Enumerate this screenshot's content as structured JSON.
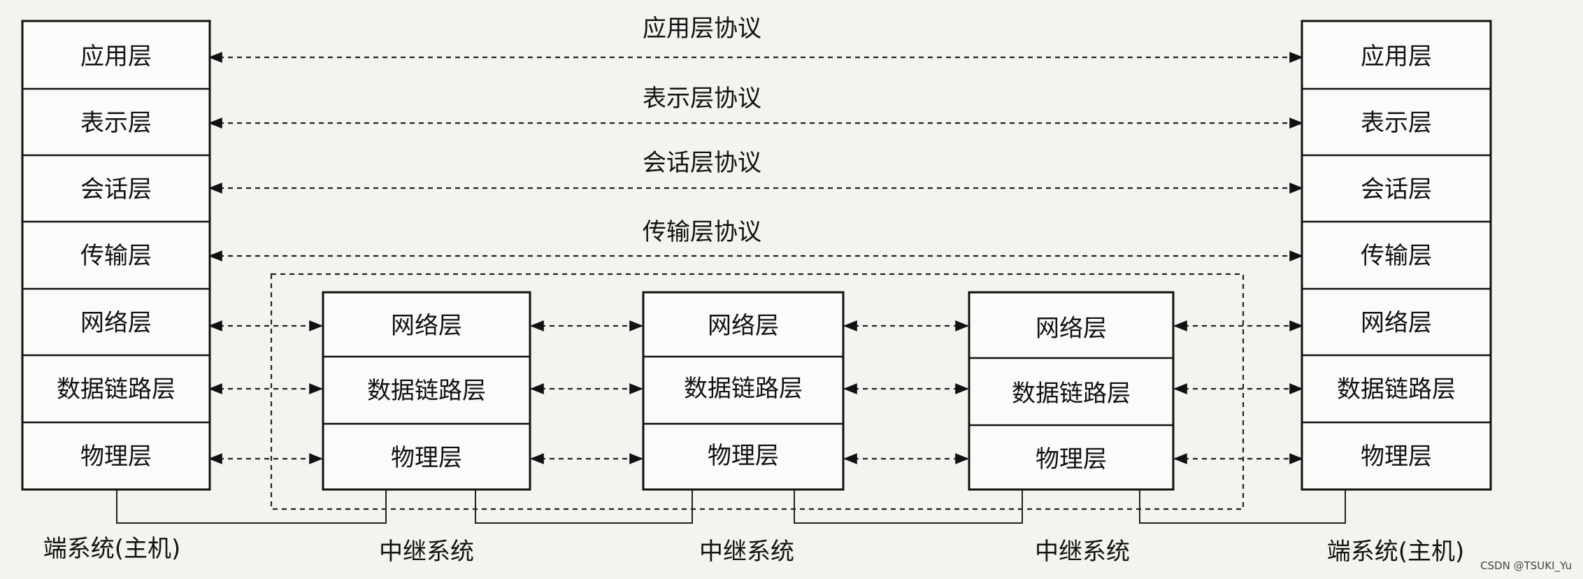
{
  "end_system_left": {
    "layers": [
      "应用层",
      "表示层",
      "会话层",
      "传输层",
      "网络层",
      "数据链路层",
      "物理层"
    ],
    "label": "端系统(主机)"
  },
  "end_system_right": {
    "layers": [
      "应用层",
      "表示层",
      "会话层",
      "传输层",
      "网络层",
      "数据链路层",
      "物理层"
    ],
    "label": "端系统(主机)"
  },
  "relays": [
    {
      "layers": [
        "网络层",
        "数据链路层",
        "物理层"
      ],
      "label": "中继系统"
    },
    {
      "layers": [
        "网络层",
        "数据链路层",
        "物理层"
      ],
      "label": "中继系统"
    },
    {
      "layers": [
        "网络层",
        "数据链路层",
        "物理层"
      ],
      "label": "中继系统"
    }
  ],
  "protocols": [
    "应用层协议",
    "表示层协议",
    "会话层协议",
    "传输层协议"
  ],
  "watermark": "CSDN @TSUKI_Yu"
}
